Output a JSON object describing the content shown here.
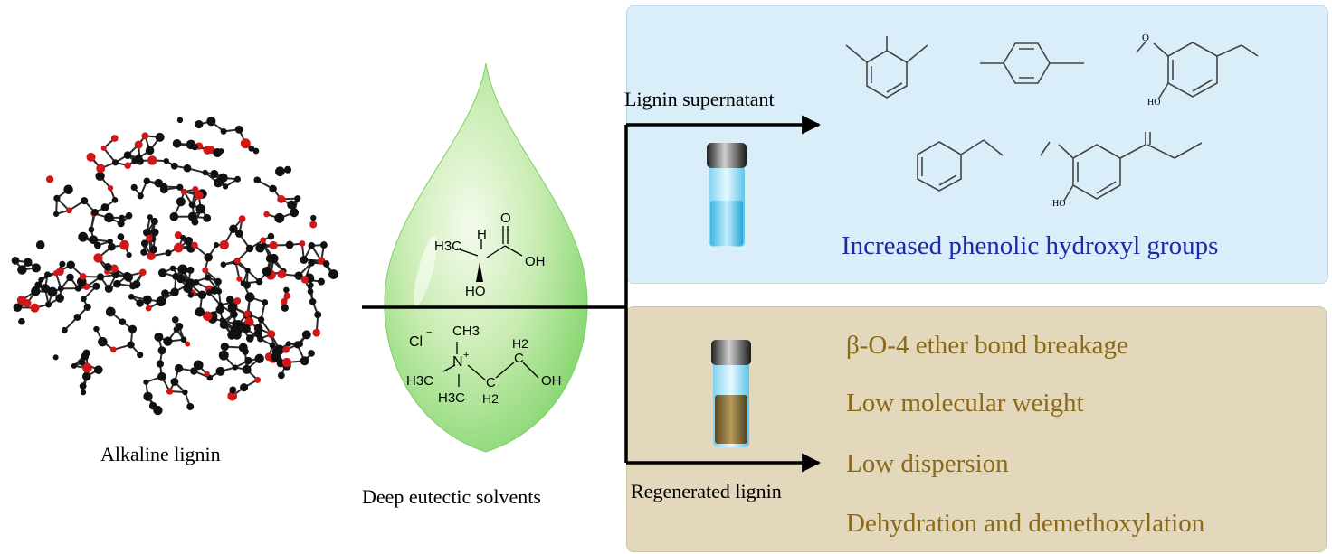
{
  "colors": {
    "top_panel_bg": "#d9eef8",
    "bottom_panel_bg": "#e3d8bc",
    "top_text": "#1a2aa8",
    "bottom_text": "#8a6a16",
    "drop_light": "#eaf9df",
    "drop_dark": "#7fd46b",
    "lignin_carbon": "#111111",
    "lignin_oxygen": "#d01818"
  },
  "left": {
    "label": "Alkaline lignin"
  },
  "drop": {
    "label": "Deep eutectic solvents",
    "lactic": {
      "o": "O",
      "h3c": "H3C",
      "h": "H",
      "oh": "OH",
      "ho": "HO"
    },
    "chcl": {
      "cl": "Cl",
      "minus": "−",
      "ch3_top": "CH3",
      "plus": "+",
      "n": "N",
      "h3c_left": "H3C",
      "h3c_bottom": "H3C",
      "c1": "C",
      "c2": "C",
      "h2_bottom": "H2",
      "h2_top": "H2",
      "oh": "OH"
    }
  },
  "top": {
    "arrow_label": "Lignin supernatant",
    "result": "Increased phenolic hydroxyl groups",
    "mol_labels": {
      "o_top": "O",
      "ho1": "HO",
      "ho2": "HO"
    }
  },
  "bottom": {
    "arrow_label": "Regenerated lignin",
    "items": [
      "β-O-4 ether bond breakage",
      "Low molecular weight",
      "Low dispersion",
      "Dehydration and demethoxylation"
    ]
  }
}
